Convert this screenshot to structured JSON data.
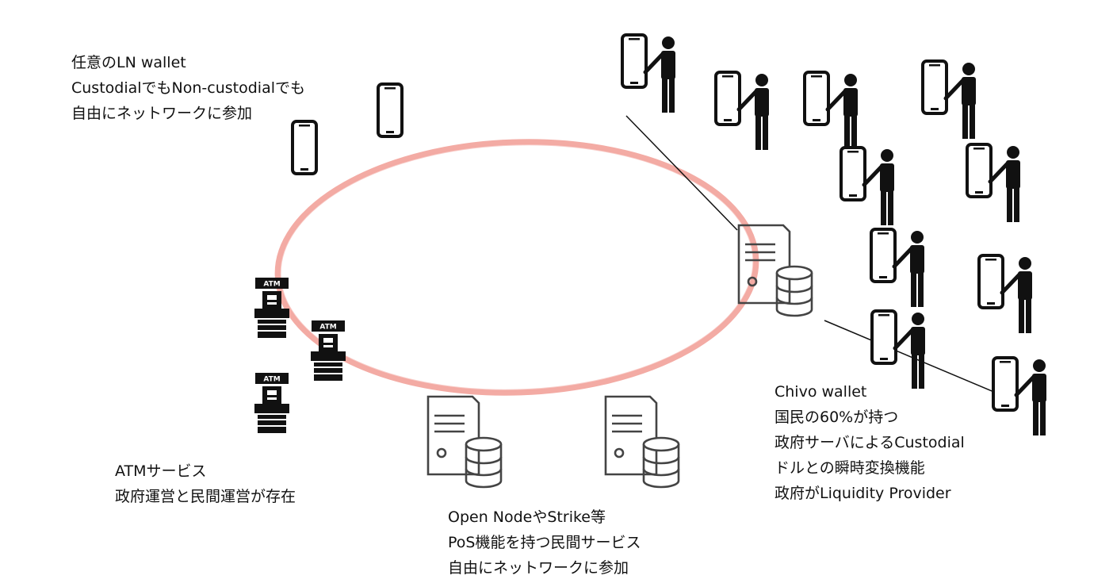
{
  "labels": {
    "wallet": {
      "lines": [
        "任意のLN wallet",
        "CustodialでもNon-custodialでも",
        "自由にネットワークに参加"
      ]
    },
    "atm": {
      "lines": [
        "ATMサービス",
        "政府運営と民間運営が存在"
      ]
    },
    "pos": {
      "lines": [
        "Open NodeやStrike等",
        "PoS機能を持つ民間サービス",
        "自由にネットワークに参加"
      ]
    },
    "chivo": {
      "lines": [
        "Chivo wallet",
        "国民の60%が持つ",
        "政府サーバによるCustodial",
        "ドルとの瞬時変換機能",
        "政府がLiquidity Provider"
      ]
    }
  },
  "atm_sign": "ATM",
  "colors": {
    "ring": "#ef8f86",
    "stroke": "#111111",
    "server": "#444444"
  },
  "icons": [
    "smartphone-icon",
    "person-with-phone-icon",
    "atm-icon",
    "server-database-icon"
  ]
}
